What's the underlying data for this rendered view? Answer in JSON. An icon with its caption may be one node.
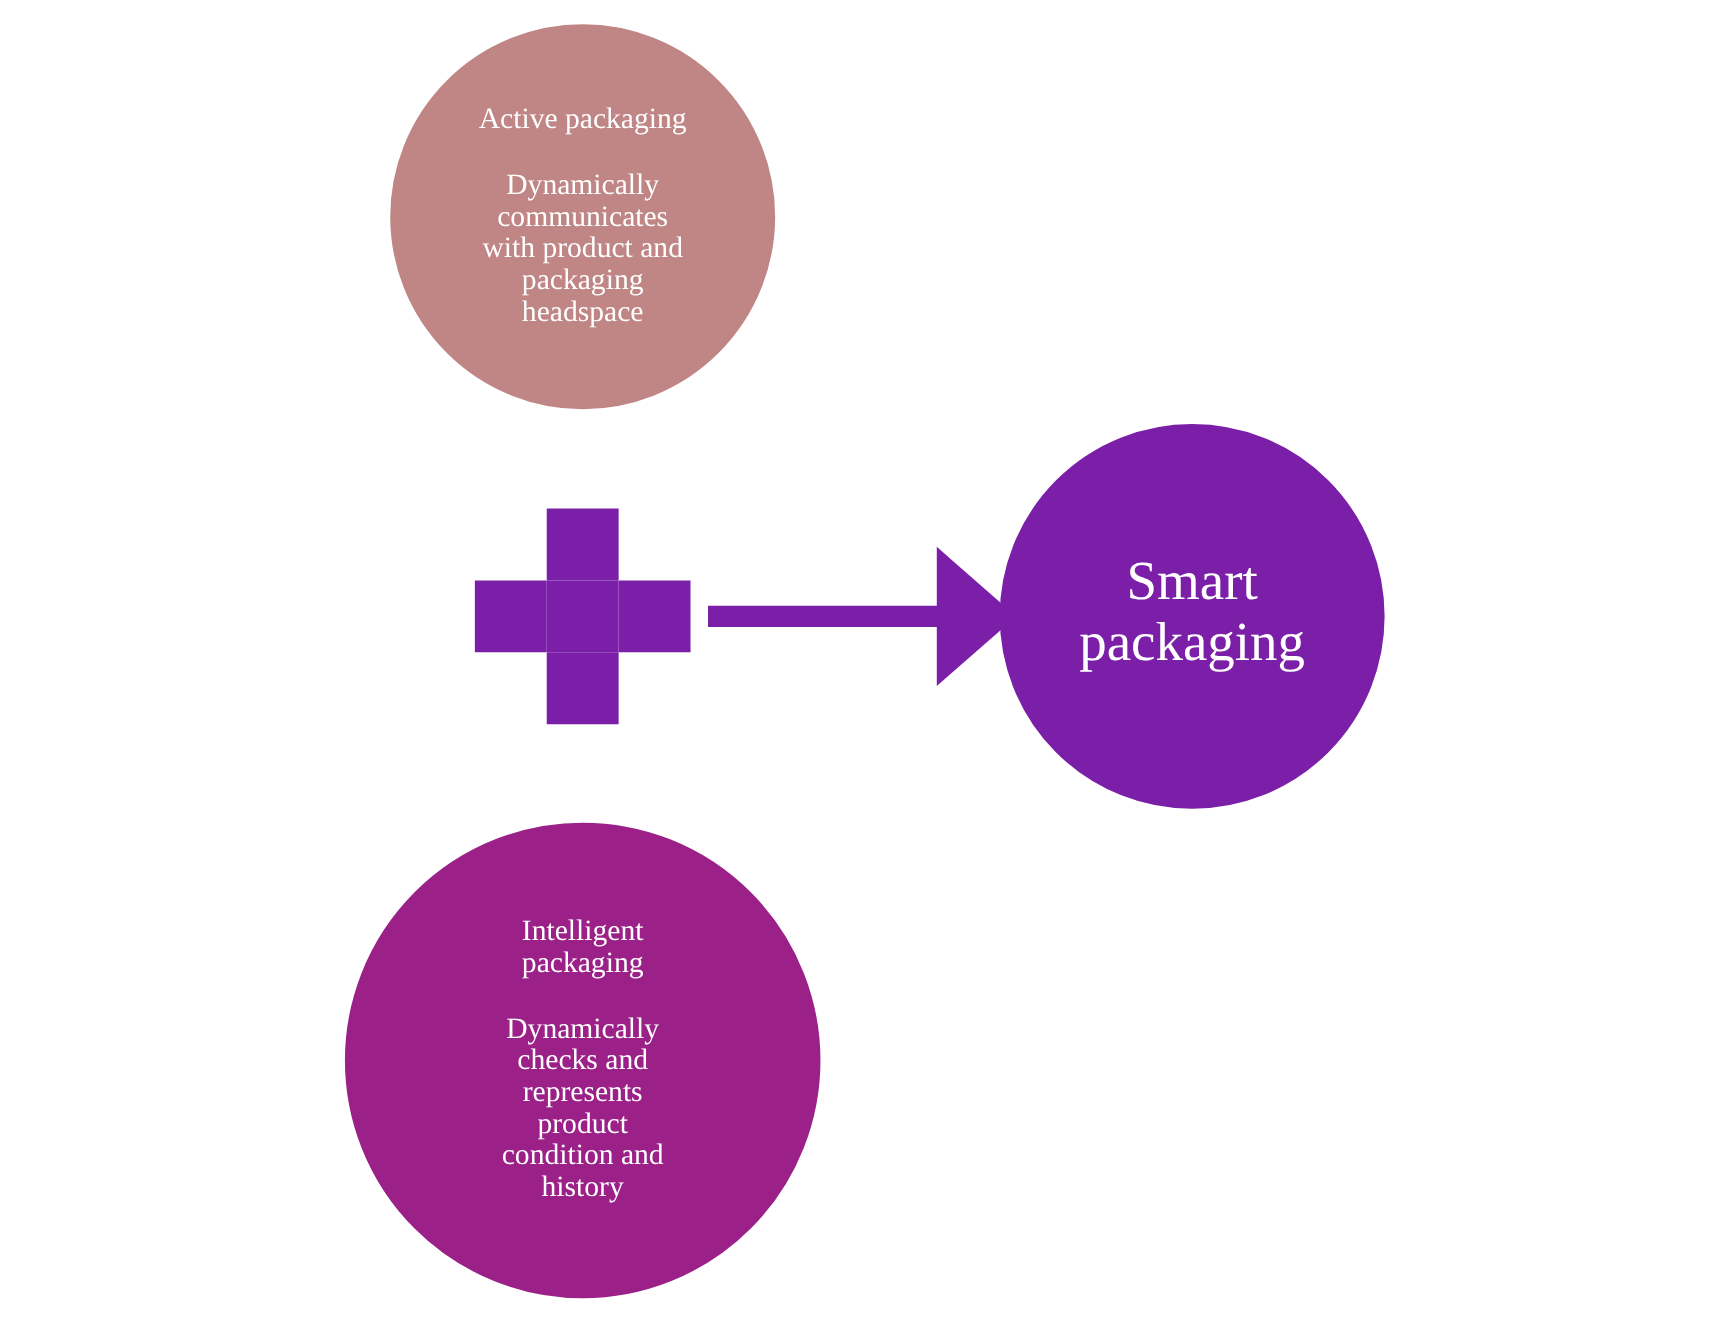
{
  "diagram": {
    "nodes": [
      {
        "text": [
          "Active packaging",
          "Dynamically communicates with product and packaging headspace"
        ]
      },
      {
        "text": [],
        "shape": "cross"
      },
      {
        "text": [
          "Intelligent packaging",
          "Dynamically checks and represents product condition and history"
        ]
      },
      {
        "text": [
          "Smart packaging"
        ]
      }
    ],
    "edges": [
      {
        "from": 1,
        "to": 3,
        "arrow": "to"
      }
    ]
  }
}
